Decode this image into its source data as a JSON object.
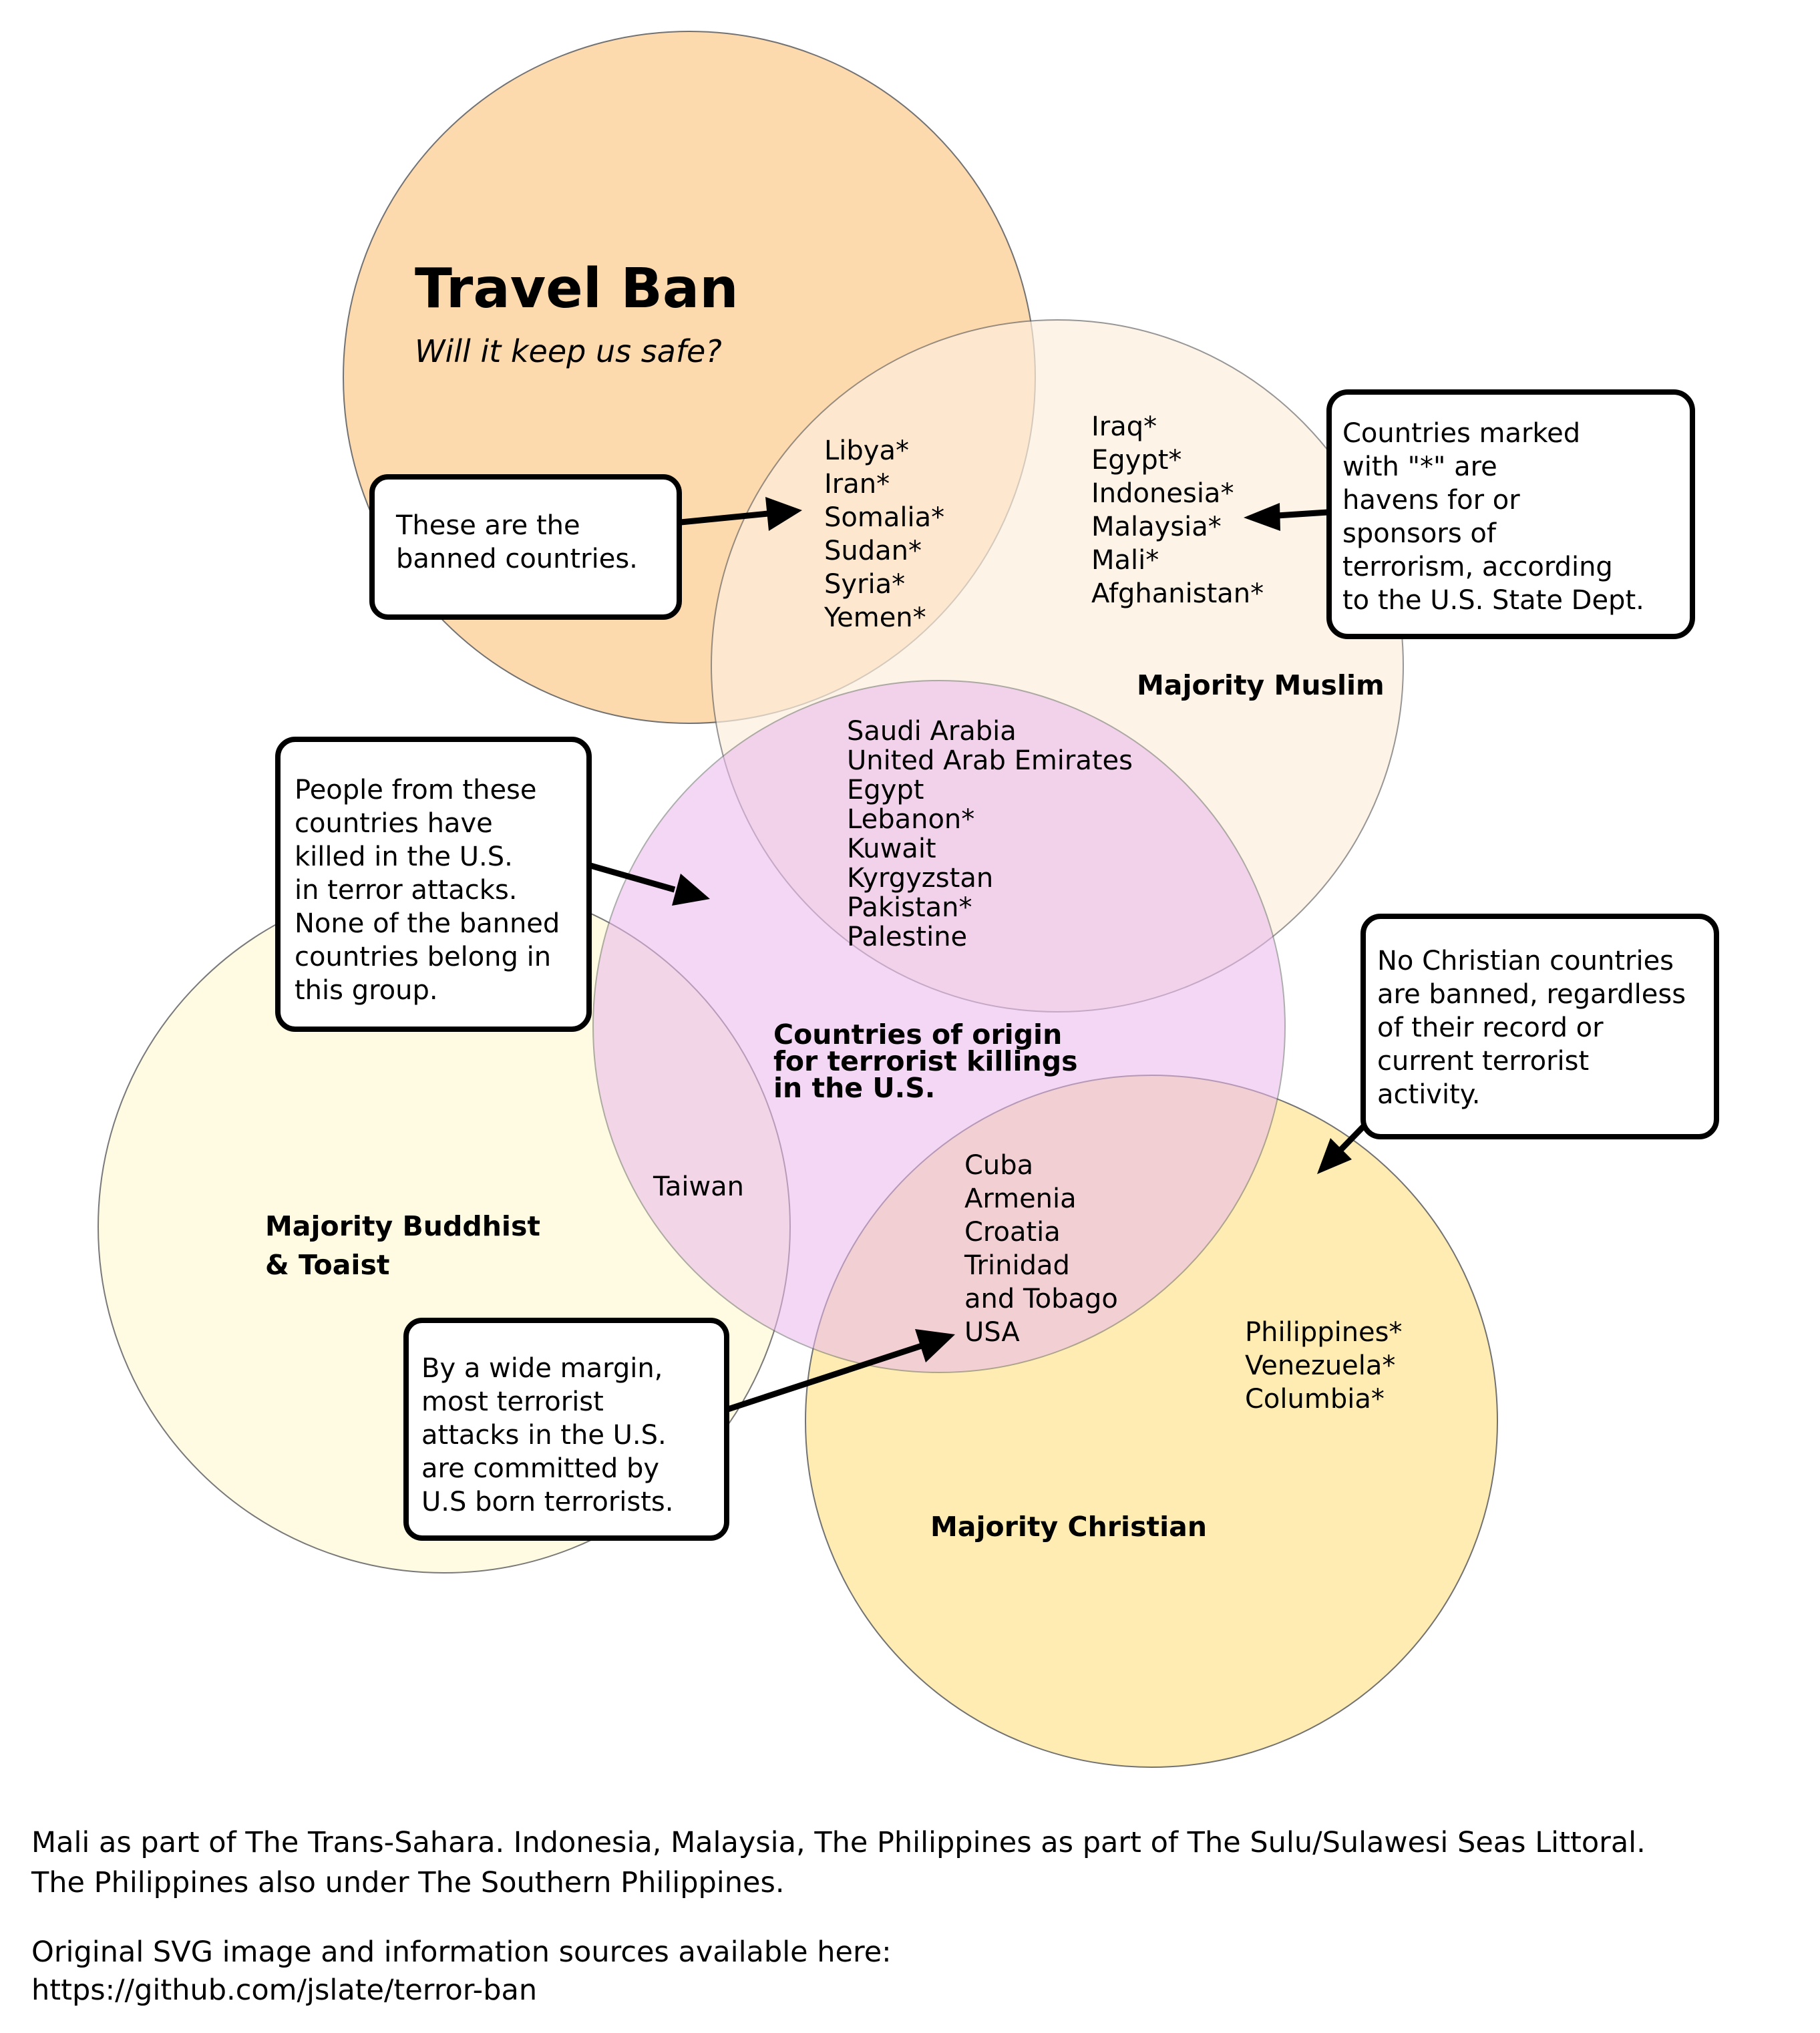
{
  "header": {
    "title": "Travel Ban",
    "subtitle": "Will it keep us safe?"
  },
  "colors": {
    "travel_ban": "#fdd8aa",
    "majority_muslim": "#fdeedd",
    "terror_origin": "#eab8ee",
    "majority_buddhist": "#fffadf",
    "majority_christian": "#feebae"
  },
  "sets": {
    "majority_muslim": "Majority Muslim",
    "terror_origin": [
      "Countries of origin",
      "for terrorist killings",
      "in the U.S."
    ],
    "majority_buddhist": [
      "Majority Buddhist",
      "& Toaist"
    ],
    "majority_christian": "Majority Christian"
  },
  "groups": {
    "banned": [
      "Libya*",
      "Iran*",
      "Somalia*",
      "Sudan*",
      "Syria*",
      "Yemen*"
    ],
    "muslim_only": [
      "Iraq*",
      "Egypt*",
      "Indonesia*",
      "Malaysia*",
      "Mali*",
      "Afghanistan*"
    ],
    "muslim_terror": [
      "Saudi Arabia",
      "United Arab Emirates",
      "Egypt",
      "Lebanon*",
      "Kuwait",
      "Kyrgyzstan",
      "Pakistan*",
      "Palestine"
    ],
    "buddhist_terror": [
      "Taiwan"
    ],
    "christian_terror": [
      "Cuba",
      "Armenia",
      "Croatia",
      "Trinidad",
      "and Tobago",
      "USA"
    ],
    "christian_only": [
      "Philippines*",
      "Venezuela*",
      "Columbia*"
    ]
  },
  "notes": {
    "banned": [
      "These are the",
      "banned countries."
    ],
    "star_legend": [
      "Countries marked",
      "with \"*\" are",
      "havens for or",
      "sponsors of",
      "terrorism, according",
      "to the U.S. State Dept."
    ],
    "killers": [
      "People from these",
      "countries have",
      "killed in the U.S.",
      "in terror attacks.",
      "None of the banned",
      "countries belong in",
      "this group."
    ],
    "christian": [
      "No Christian countries",
      "are banned, regardless",
      "of their record or",
      "current terrorist",
      "activity."
    ],
    "us_born": [
      "By a wide margin,",
      "most terrorist",
      "attacks in the U.S.",
      "are committed by",
      "U.S born terrorists."
    ]
  },
  "footer": {
    "line1": "Mali as part of The Trans-Sahara. Indonesia, Malaysia, The Philippines as part of The Sulu/Sulawesi Seas Littoral.",
    "line2": "The Philippines also under The Southern Philippines.",
    "line3": "Original SVG image and information sources available here:",
    "line4": "https://github.com/jslate/terror-ban"
  }
}
